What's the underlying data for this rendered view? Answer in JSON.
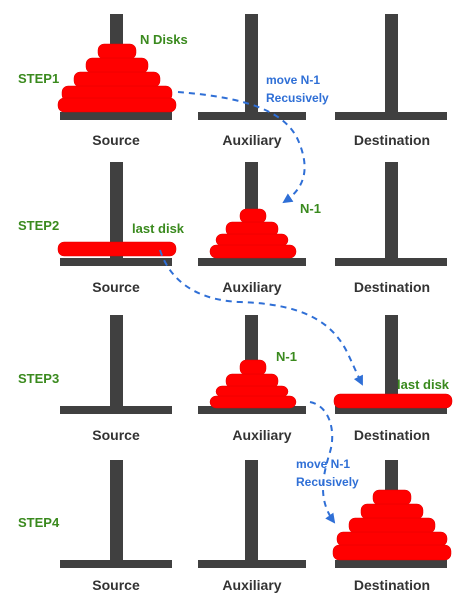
{
  "labels": {
    "source": "Source",
    "auxiliary": "Auxiliary",
    "destination": "Destination"
  },
  "steps": [
    {
      "name": "STEP1",
      "notes": {
        "green_1": "N Disks",
        "blue_line1": "move N-1",
        "blue_line2": "Recusively"
      }
    },
    {
      "name": "STEP2",
      "notes": {
        "green_1": "last disk",
        "green_2": "N-1"
      }
    },
    {
      "name": "STEP3",
      "notes": {
        "green_1": "N-1",
        "green_2": "last disk"
      }
    },
    {
      "name": "STEP4",
      "notes": {
        "blue_line1": "move N-1",
        "blue_line2": "Recusively"
      }
    }
  ],
  "colors": {
    "rod": "#404040",
    "disk": "#ff0000",
    "step_text": "#3a8a1e",
    "arrow": "#2f6fd6"
  }
}
